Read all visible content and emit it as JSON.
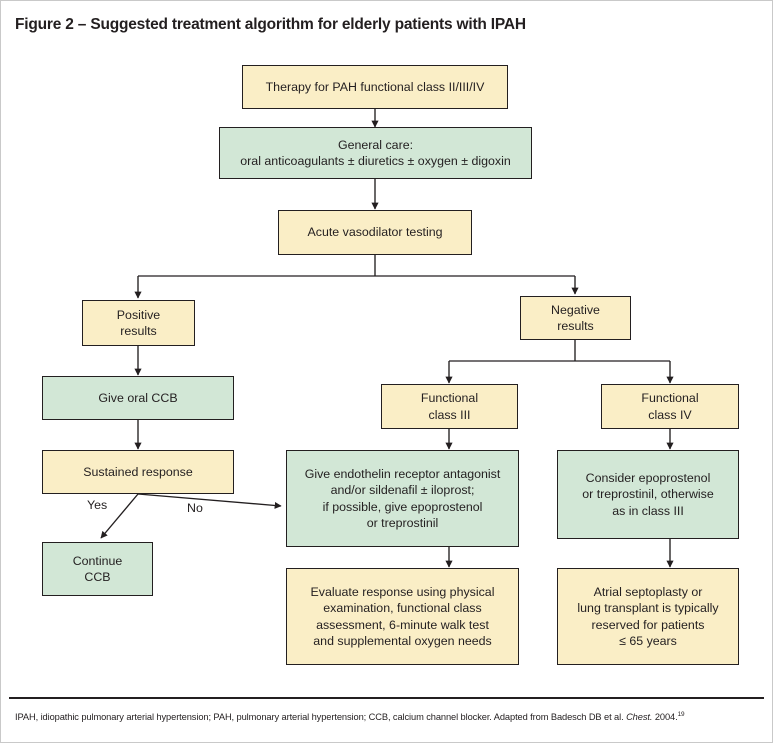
{
  "figure": {
    "title": "Figure 2 – Suggested treatment algorithm for elderly patients with IPAH",
    "footnote_main": "IPAH, idiopathic pulmonary arterial hypertension; PAH, pulmonary arterial hypertension; CCB, calcium channel blocker. Adapted from Badesch DB et al. ",
    "footnote_italic": "Chest.",
    "footnote_year": " 2004.",
    "footnote_ref": "19"
  },
  "colors": {
    "yellow_fill": "#faeec6",
    "green_fill": "#d2e7d6",
    "stroke": "#231f20",
    "background": "#ffffff"
  },
  "nodes": {
    "therapy": "Therapy for PAH functional class II/III/IV",
    "general_care": "General care:\noral anticoagulants ± diuretics ± oxygen ± digoxin",
    "acute_testing": "Acute vasodilator testing",
    "positive_results": "Positive\nresults",
    "negative_results": "Negative\nresults",
    "give_oral_ccb": "Give oral CCB",
    "sustained_response": "Sustained response",
    "continue_ccb": "Continue\nCCB",
    "functional_class_iii": "Functional\nclass III",
    "functional_class_iv": "Functional\nclass IV",
    "class_iii_treatment": "Give endothelin receptor antagonist\nand/or sildenafil ± iloprost;\nif possible, give epoprostenol\nor treprostinil",
    "class_iv_treatment": "Consider epoprostenol\nor treprostinil, otherwise\nas in class III",
    "evaluate_response": "Evaluate response using physical\nexamination, functional class\nassessment, 6-minute walk test\nand supplemental oxygen needs",
    "atrial_septoplasty": "Atrial septoplasty or\nlung transplant is typically\nreserved for patients\n≤ 65 years"
  },
  "edge_labels": {
    "yes": "Yes",
    "no": "No"
  }
}
